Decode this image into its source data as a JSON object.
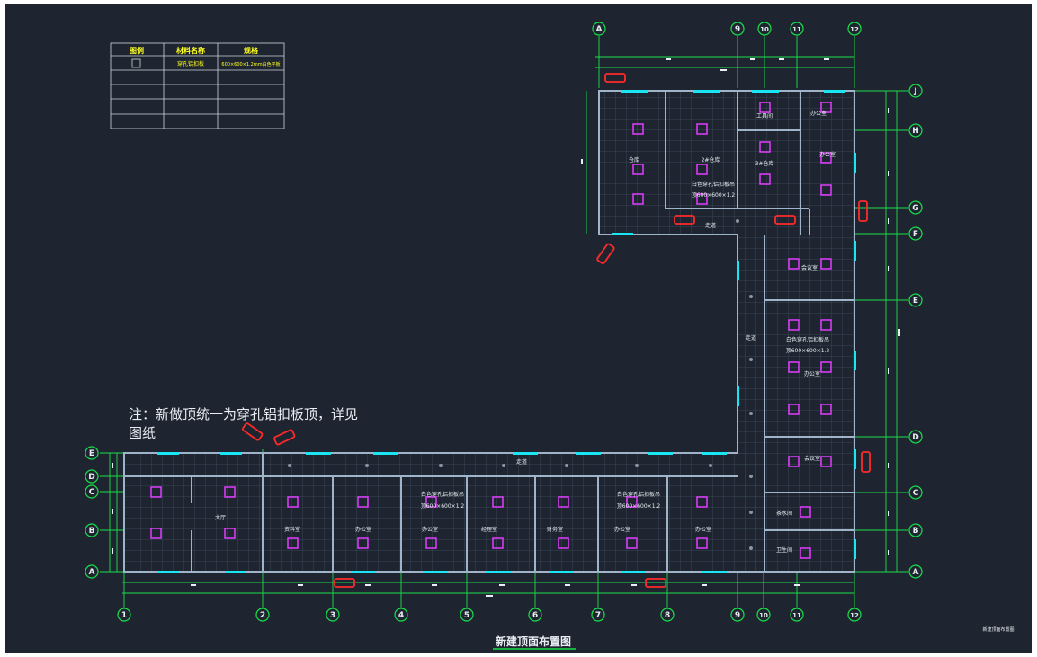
{
  "drawing": {
    "title": "新建顶面布置图",
    "note_line1": "注：新做顶统一为穿孔铝扣板顶，详见",
    "note_line2": "图纸",
    "corner_label": "新建顶面布置图"
  },
  "legend": {
    "headers": [
      "图例",
      "材料名称",
      "规格"
    ],
    "row1": [
      "",
      "穿孔铝扣板",
      "600×600×1.2mm白色平板"
    ]
  },
  "axes": {
    "bottom": [
      "1",
      "2",
      "3",
      "4",
      "5",
      "6",
      "7",
      "8",
      "9",
      "10",
      "11",
      "12"
    ],
    "top": [
      "A",
      "9",
      "10",
      "11",
      "12"
    ],
    "right": [
      "J",
      "H",
      "G",
      "F",
      "E",
      "D",
      "C",
      "B",
      "A"
    ],
    "left": [
      "E",
      "D",
      "C",
      "B",
      "A"
    ]
  },
  "rooms": {
    "warehouse1": "仓库",
    "warehouse2": "2#仓库",
    "warehouse3": "3#仓库",
    "tool_room": "工具间",
    "office_top": "办公室",
    "corridor": "走道",
    "corridor_right": "走道",
    "corridor_top": "走道",
    "meeting": "会议室",
    "office_right": "办公室",
    "office_d": "办公室",
    "room_b1": "茶水间",
    "room_b2": "卫生间",
    "room_1": "大厅",
    "room_2": "资料室",
    "room_3": "办公室",
    "room_4": "办公室",
    "room_5": "经理室",
    "room_6": "财务室",
    "room_7": "办公室",
    "room_8": "办公室",
    "room_9": "会议室"
  },
  "ceiling_notes": {
    "note_a": "白色穿孔铝扣板吊",
    "note_a2": "顶600×600×1.2",
    "note_b": "白色穿孔铝扣板吊",
    "note_b2": "顶600×600×1.2",
    "note_c": "白色穿孔铝扣板吊",
    "note_c2": "顶600×600×1.2",
    "note_d": "白色穿孔铝扣板吊",
    "note_d2": "顶600×600×1.2"
  },
  "colors": {
    "background": "#1f2530",
    "wall": "#9fb4c8",
    "grid": "#3d4d5f",
    "axis": "#18e04a",
    "window": "#19e6f2",
    "light_frame": "#e23cff",
    "fire": "#ff2a2a",
    "table_yellow": "#ffff20"
  }
}
